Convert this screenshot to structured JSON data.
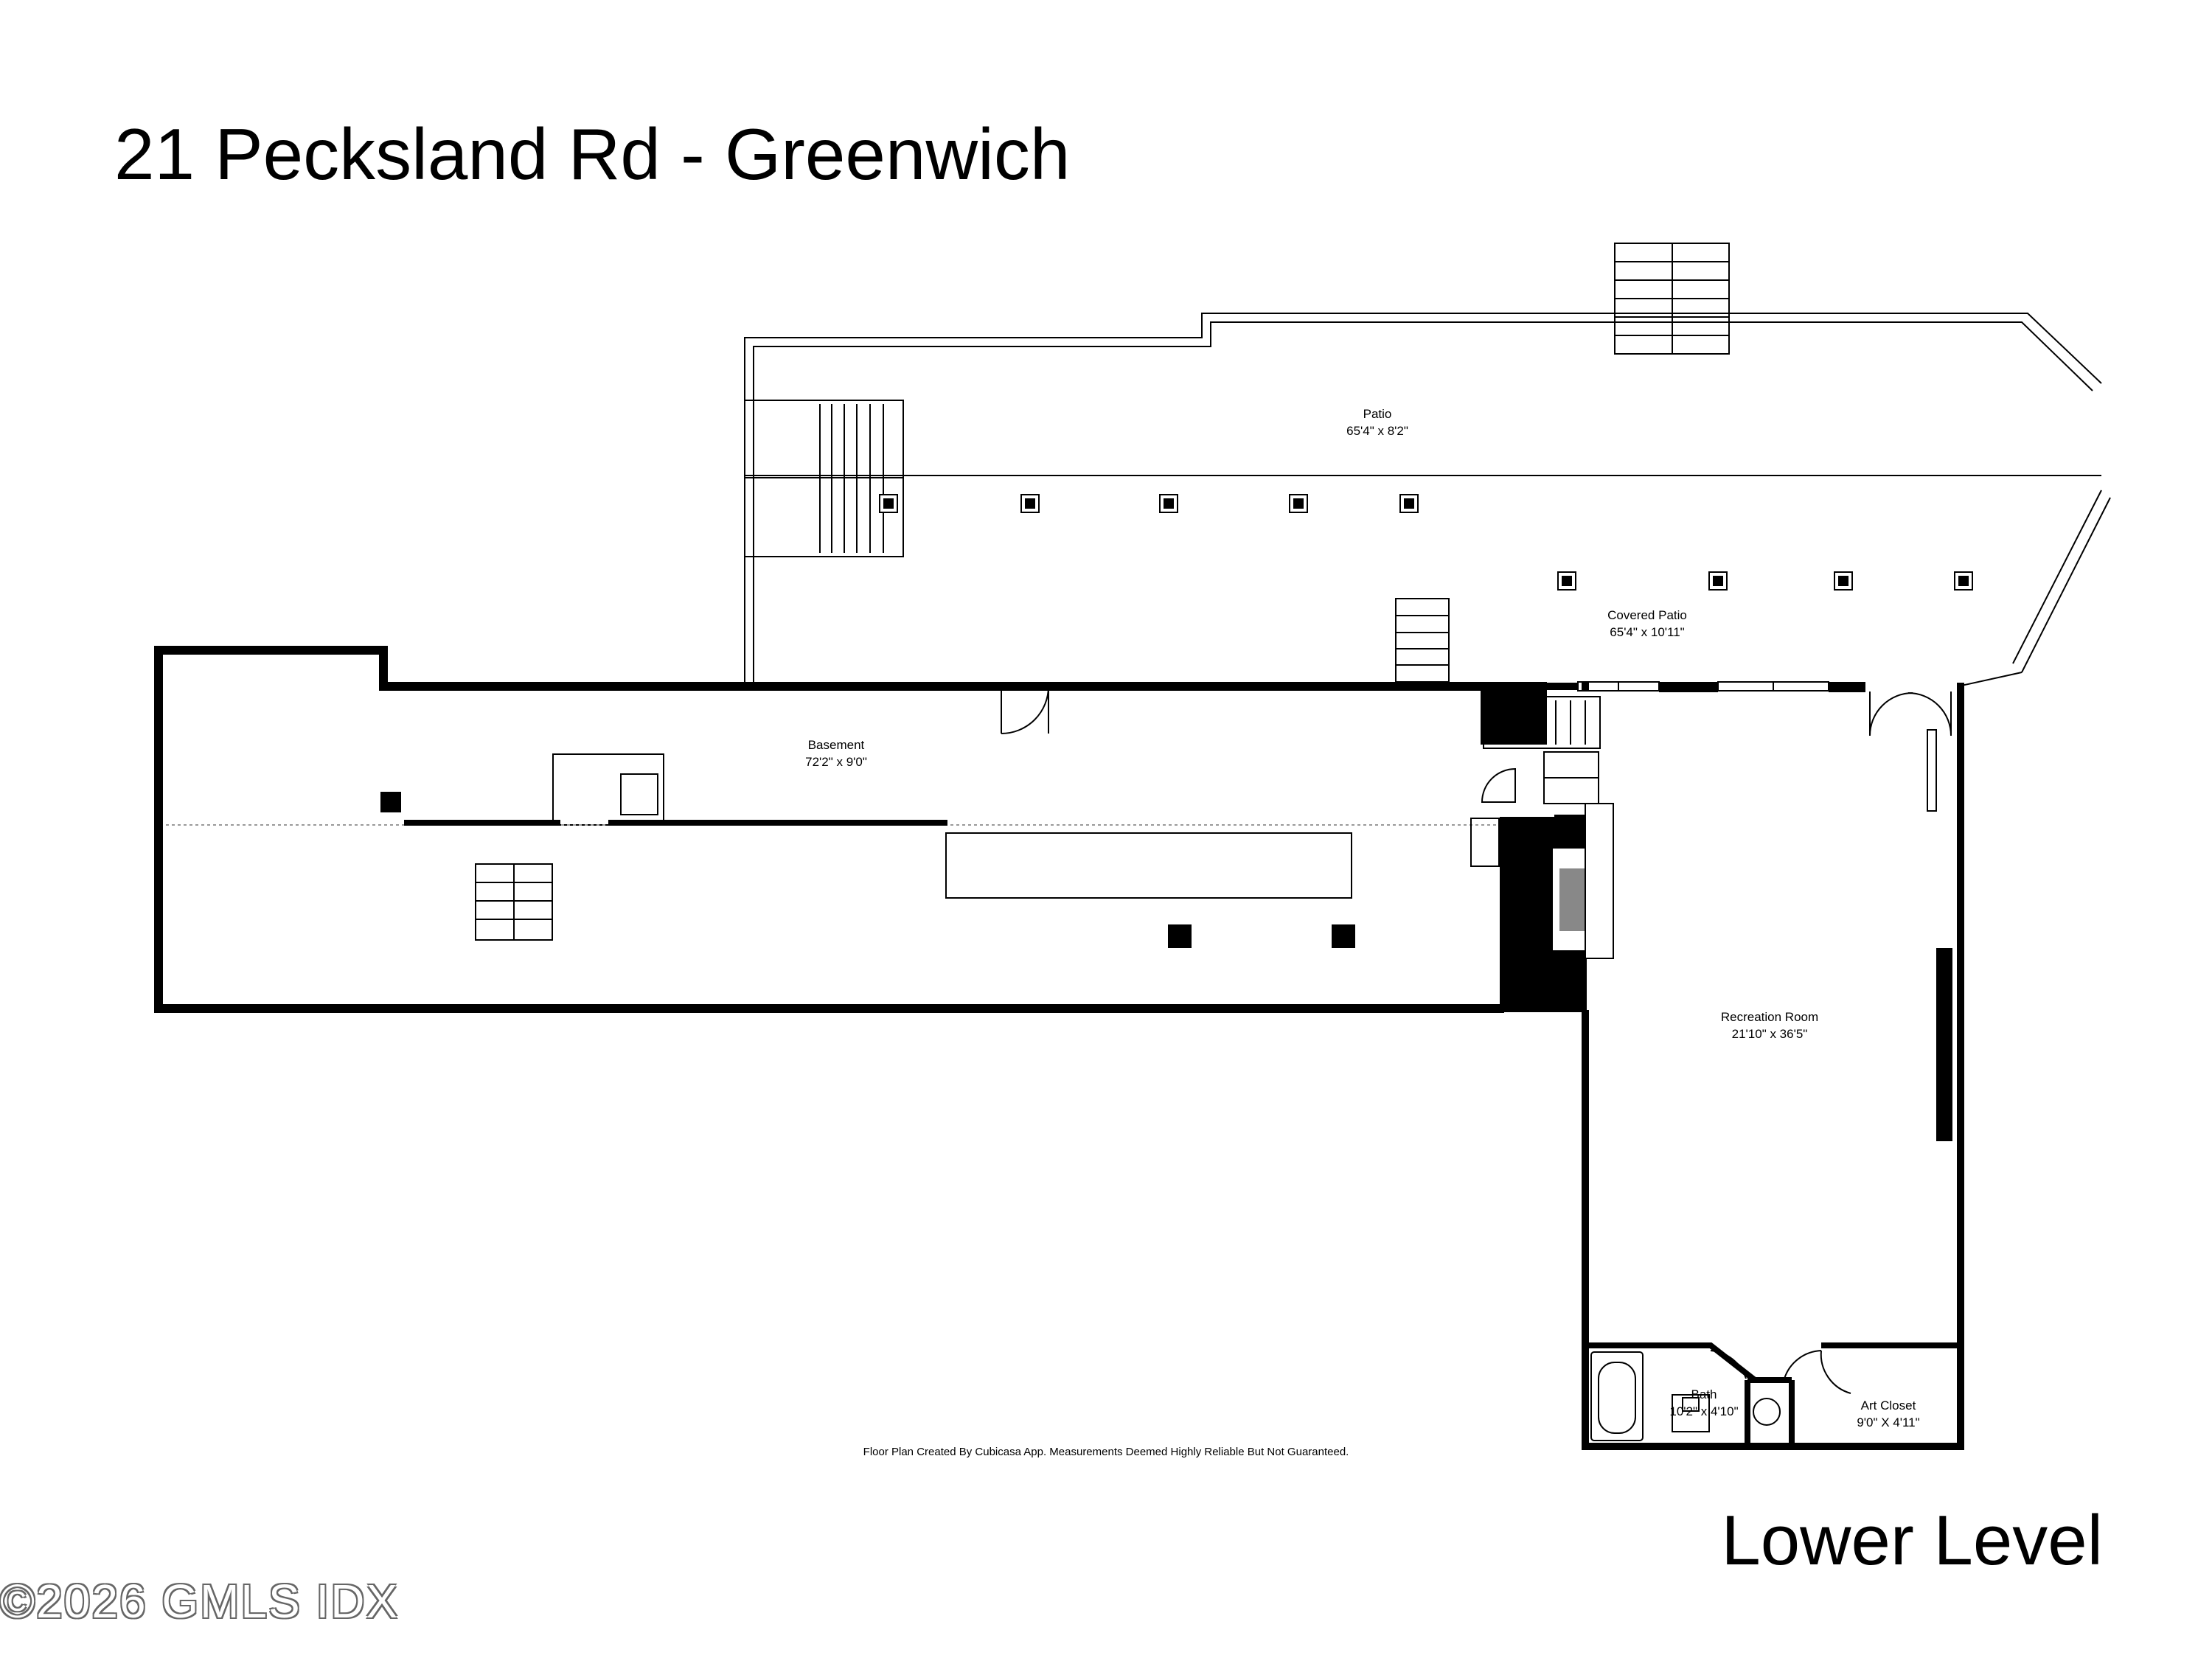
{
  "header": {
    "title": "21 Pecksland Rd - Greenwich"
  },
  "footer": {
    "level_label": "Lower Level",
    "disclaimer": "Floor Plan Created By Cubicasa App. Measurements Deemed Highly Reliable But Not Guaranteed.",
    "watermark": "©2026 GMLS IDX"
  },
  "rooms": {
    "patio": {
      "name": "Patio",
      "dims": "65'4\" x 8'2\""
    },
    "covered_patio": {
      "name": "Covered Patio",
      "dims": "65'4\" x 10'11\""
    },
    "basement": {
      "name": "Basement",
      "dims": "72'2\" x 9'0\""
    },
    "recreation_room": {
      "name": "Recreation Room",
      "dims": "21'10\" x 36'5\""
    },
    "bath": {
      "name": "Bath",
      "dims": "10'2\" x 4'10\""
    },
    "art_closet": {
      "name": "Art Closet",
      "dims": "9'0\" X 4'11\""
    }
  }
}
